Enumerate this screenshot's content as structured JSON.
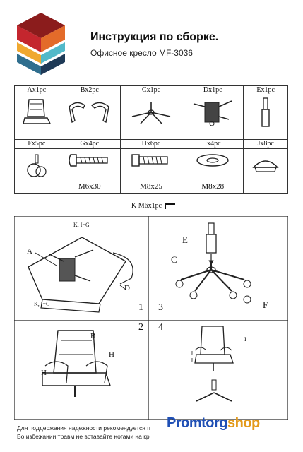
{
  "header": {
    "title": "Инструкция по сборке.",
    "subtitle": "Офисное кресло MF-3036"
  },
  "parts": [
    {
      "label": "Ax1pc"
    },
    {
      "label": "Bx2pc"
    },
    {
      "label": "Cx1pc"
    },
    {
      "label": "Dx1pc"
    },
    {
      "label": "Ex1pc"
    },
    {
      "label": "Fx5pc"
    },
    {
      "label": "Gx4pc",
      "size": "M6x30"
    },
    {
      "label": "Hx6pc",
      "size": "M8x25"
    },
    {
      "label": "Ix4pc",
      "size": "M8x28"
    },
    {
      "label": "Jx8pc"
    }
  ],
  "k_line": "K   M6x1pc",
  "steps": {
    "n1": "1",
    "n2": "2",
    "n3": "3",
    "n4": "4",
    "s1_labels": {
      "a": "A",
      "d": "D",
      "ki_top": "K, I=G",
      "ki_bot": "K, I=G"
    },
    "s3_labels": {
      "e": "E",
      "c": "C",
      "f": "F"
    },
    "s2_labels": {
      "b": "B",
      "h1": "H",
      "h2": "H"
    },
    "s4_labels": {
      "i": "I",
      "j": "J",
      "j2": "J"
    }
  },
  "notes": {
    "line1": "Для поддержания надежности рекомендуется п",
    "line2": "Во избежании травм не вставайте ногами на кр"
  },
  "brand": {
    "part1": "Promtorg",
    "part2": "shop"
  }
}
